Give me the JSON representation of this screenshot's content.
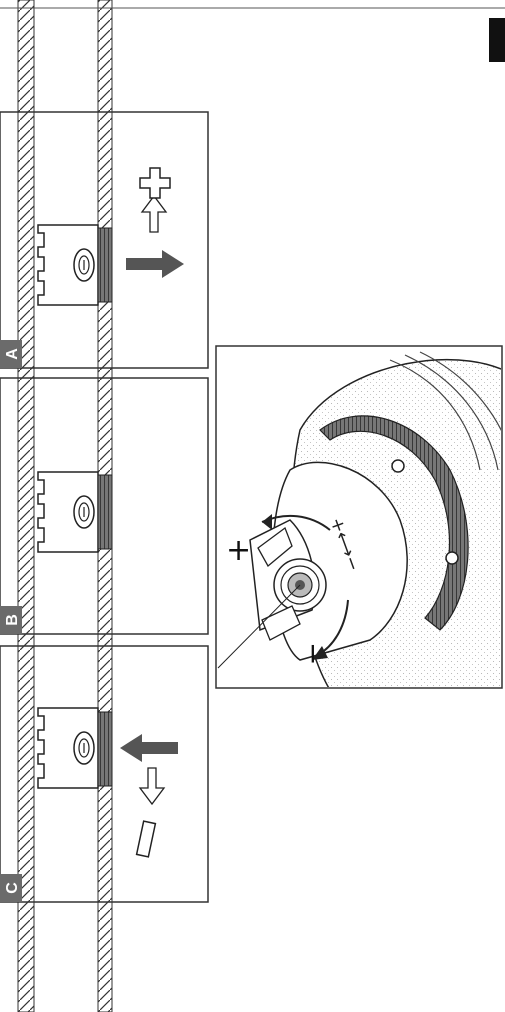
{
  "page_marker": {
    "label": "I",
    "color": "#111111"
  },
  "panels": [
    {
      "id": "A",
      "label": "A",
      "direction_symbol": "+"
    },
    {
      "id": "B",
      "label": "B",
      "direction_symbol": ""
    },
    {
      "id": "C",
      "label": "C",
      "direction_symbol": "−"
    }
  ],
  "detail": {
    "plus_label": "+",
    "minus_label": "−",
    "scale_text": "+⟷−",
    "ring_icon": "adjustment-ring-icon"
  },
  "colors": {
    "line": "#222222",
    "badge_bg": "#6b6b6b",
    "badge_fg": "#ffffff",
    "ring_dark": "#5a5a5a"
  }
}
